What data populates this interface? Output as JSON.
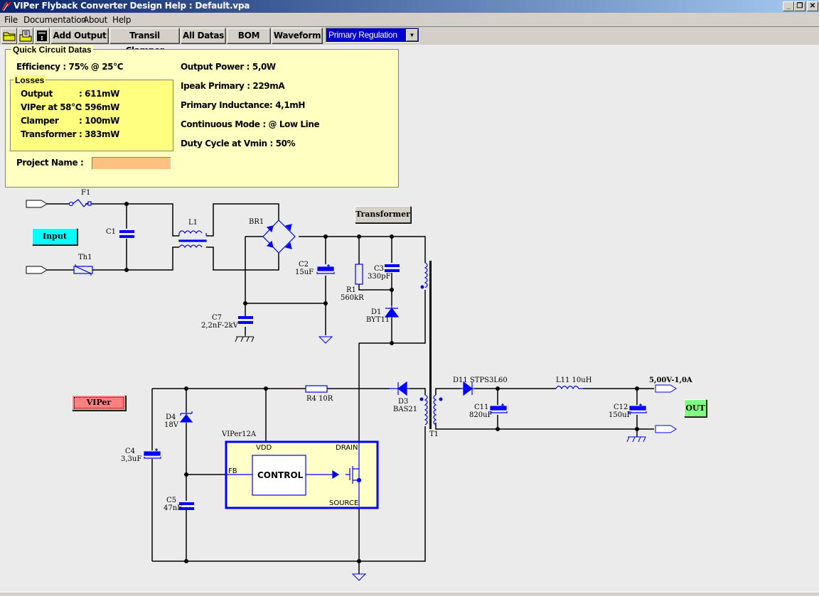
{
  "window": {
    "title": "VIPer Flyback Converter Design Help : Default.vpa",
    "controls": {
      "minimize": "_",
      "restore": "❐",
      "close": "✕"
    }
  },
  "menu": [
    "File",
    "Documentation",
    "About",
    "Help"
  ],
  "toolbar": {
    "icons": [
      "open-folder-icon",
      "save-icon",
      "calculator-icon"
    ],
    "buttons": [
      "Add Output",
      "Transil Clamper",
      "All Datas",
      "BOM",
      "Waveform"
    ],
    "regulation_select": {
      "value": "Primary Regulation"
    }
  },
  "quick_data": {
    "legend": "Quick Circuit Datas",
    "efficiency": "Efficiency : 75% @ 25°C",
    "losses": {
      "legend": "Losses",
      "rows": [
        {
          "label": "Output",
          "value": ": 611mW"
        },
        {
          "label": "VIPer at 58°C",
          "value": ": 596mW"
        },
        {
          "label": "Clamper",
          "value": ": 100mW"
        },
        {
          "label": "Transformer",
          "value": ": 383mW"
        }
      ]
    },
    "project_name_label": "Project Name :",
    "project_name_value": "",
    "right": [
      "Output Power : 5,0W",
      "Ipeak Primary : 229mA",
      "Primary Inductance: 4,1mH",
      "Continuous Mode : @ Low Line",
      "Duty Cycle at Vmin : 50%"
    ]
  },
  "schematic": {
    "buttons": {
      "input": {
        "label": "Input",
        "color": "#00ffff"
      },
      "transformer": {
        "label": "Transformer",
        "color": "#d4d0c8"
      },
      "viper": {
        "label": "VIPer",
        "color": "#ff8080"
      },
      "out": {
        "label": "OUT",
        "color": "#80ff80"
      }
    },
    "components": {
      "F1": {
        "ref": "F1"
      },
      "Th1": {
        "ref": "Th1"
      },
      "C1": {
        "ref": "C1"
      },
      "L1": {
        "ref": "L1"
      },
      "BR1": {
        "ref": "BR1"
      },
      "C2": {
        "ref": "C2",
        "value": "15uF"
      },
      "C7": {
        "ref": "C7",
        "value": "2,2nF-2kV"
      },
      "R1": {
        "ref": "R1",
        "value": "560kR"
      },
      "C3": {
        "ref": "C3",
        "value": "330pF"
      },
      "D1": {
        "ref": "D1",
        "value": "BYT11"
      },
      "D3": {
        "ref": "D3",
        "value": "BAS21"
      },
      "R4": {
        "label": "R4 10R"
      },
      "T1": {
        "ref": "T1"
      },
      "D4": {
        "ref": "D4",
        "value": "18V"
      },
      "C4": {
        "ref": "C4",
        "value": "3,3uF"
      },
      "C5": {
        "ref": "C5",
        "value": "47nF"
      },
      "IC": {
        "ref": "VIPer12A",
        "vdd": "VDD",
        "drain": "DRAIN",
        "fb": "FB",
        "source": "SOURCE",
        "control": "CONTROL"
      },
      "D11": {
        "label": "D11  STPS3L60"
      },
      "C11": {
        "ref": "C11",
        "value": "820uF"
      },
      "L11": {
        "label": "L11  10uH"
      },
      "C12": {
        "ref": "C12",
        "value": "150uF"
      }
    },
    "output_rating": "5,00V-1,0A"
  },
  "colors": {
    "component": "#0000ff",
    "wire": "#000000",
    "panel": "#ffffc0",
    "losses_panel": "#ffff80",
    "ic_fill": "#ffffc8"
  }
}
